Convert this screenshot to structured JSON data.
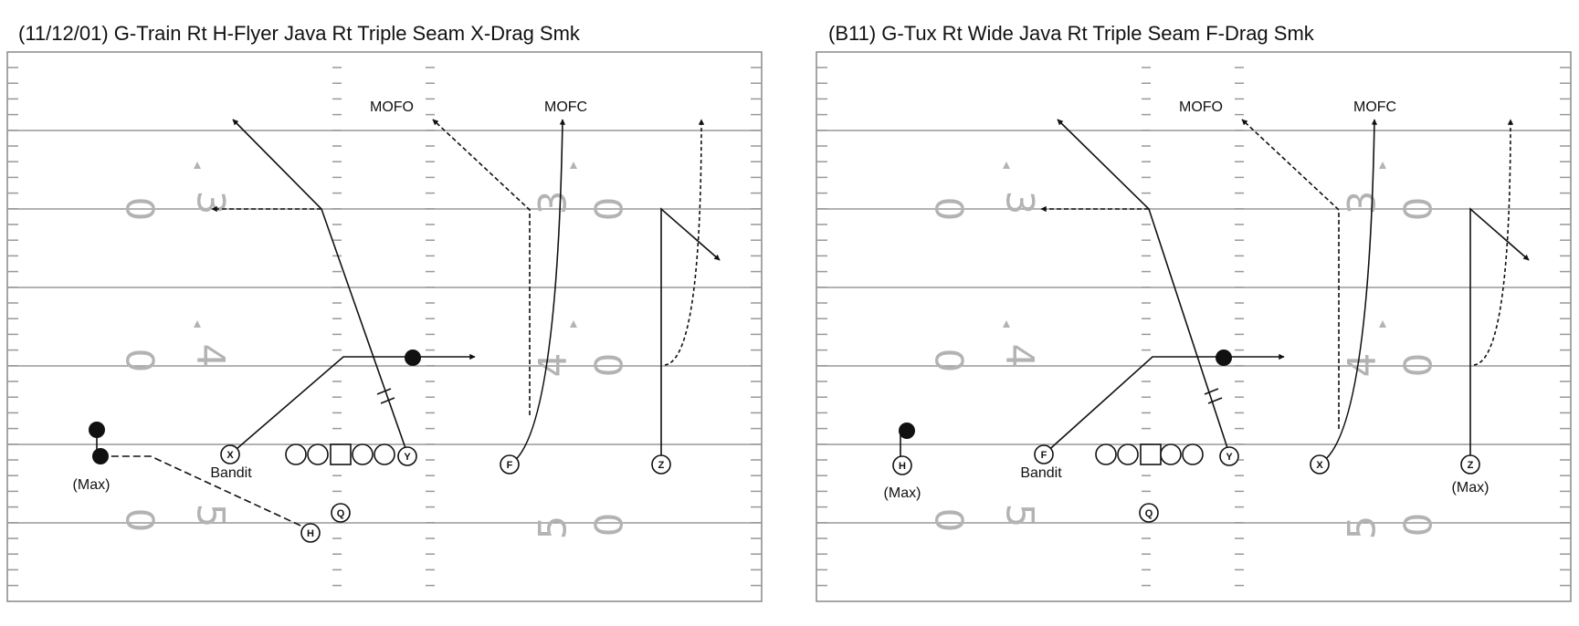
{
  "plays": [
    {
      "title": "(11/12/01)  G-Train Rt H-Flyer Java Rt Triple Seam X-Drag Smk",
      "labels": {
        "mofo": "MOFO",
        "mofc": "MOFC",
        "bandit": "Bandit",
        "max_left": "(Max)",
        "max_right": ""
      },
      "players": {
        "x": "X",
        "y": "Y",
        "f": "F",
        "z": "Z",
        "h": "H",
        "q": "Q"
      },
      "yard_numbers": [
        "0",
        "3",
        "0",
        "4",
        "0",
        "5",
        "3",
        "0",
        "4",
        "0",
        "5",
        "0"
      ]
    },
    {
      "title": "(B11)  G-Tux Rt Wide Java Rt Triple Seam F-Drag Smk",
      "labels": {
        "mofo": "MOFO",
        "mofc": "MOFC",
        "bandit": "Bandit",
        "max_left": "(Max)",
        "max_right": "(Max)"
      },
      "players": {
        "x": "F",
        "y": "Y",
        "f": "X",
        "z": "Z",
        "h": "H",
        "q": "Q"
      },
      "yard_numbers": [
        "0",
        "3",
        "0",
        "4",
        "0",
        "5",
        "3",
        "0",
        "4",
        "0",
        "5",
        "0"
      ]
    }
  ],
  "colors": {
    "line": "#111111",
    "field_line": "#999999",
    "yard_number": "#b3b3b3"
  }
}
